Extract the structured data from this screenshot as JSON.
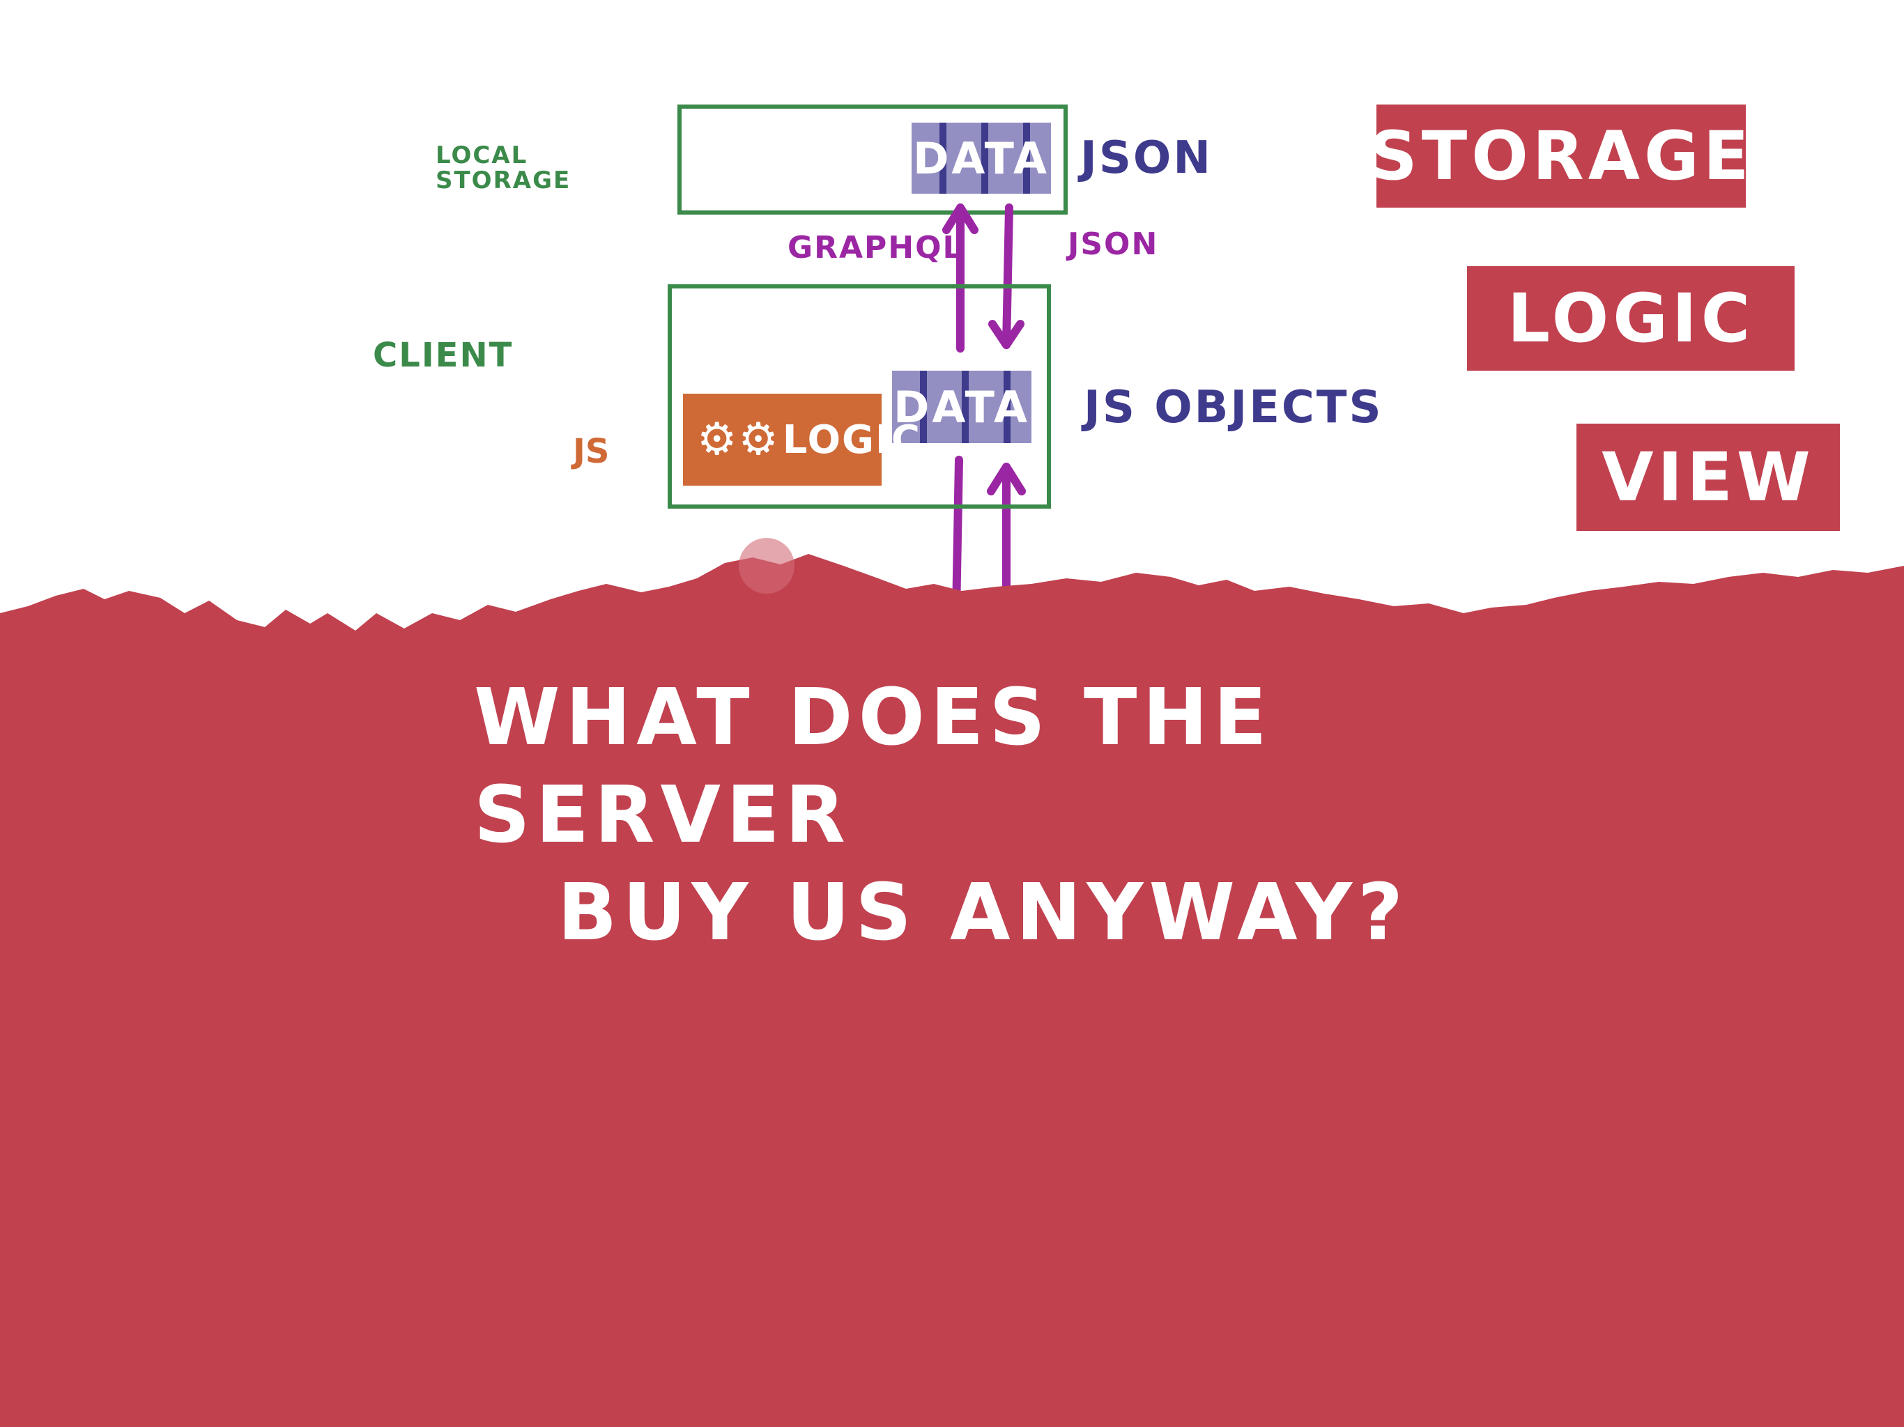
{
  "colors": {
    "accent_red": "#c1414f",
    "tier_green": "#3b8a4a",
    "data_navy": "#3e3a8c",
    "arrow_purple": "#9b26a4",
    "logic_orange": "#cf6a37"
  },
  "layers": {
    "storage": "STORAGE",
    "logic": "LOGIC",
    "view": "VIEW"
  },
  "tiers": {
    "local_storage": {
      "label_line1": "LOCAL",
      "label_line2": "STORAGE",
      "data": "DATA",
      "format": "JSON"
    },
    "client": {
      "label": "CLIENT",
      "data": "DATA",
      "format": "JS OBJECTS"
    }
  },
  "protocols": {
    "up": "GRAPHQL",
    "down": "JSON"
  },
  "logic": {
    "lang": "JS",
    "label": "LOGIC",
    "icon": "gears-icon"
  },
  "question": {
    "line1": "WHAT DOES THE SERVER",
    "line2": "BUY US ANYWAY?"
  }
}
